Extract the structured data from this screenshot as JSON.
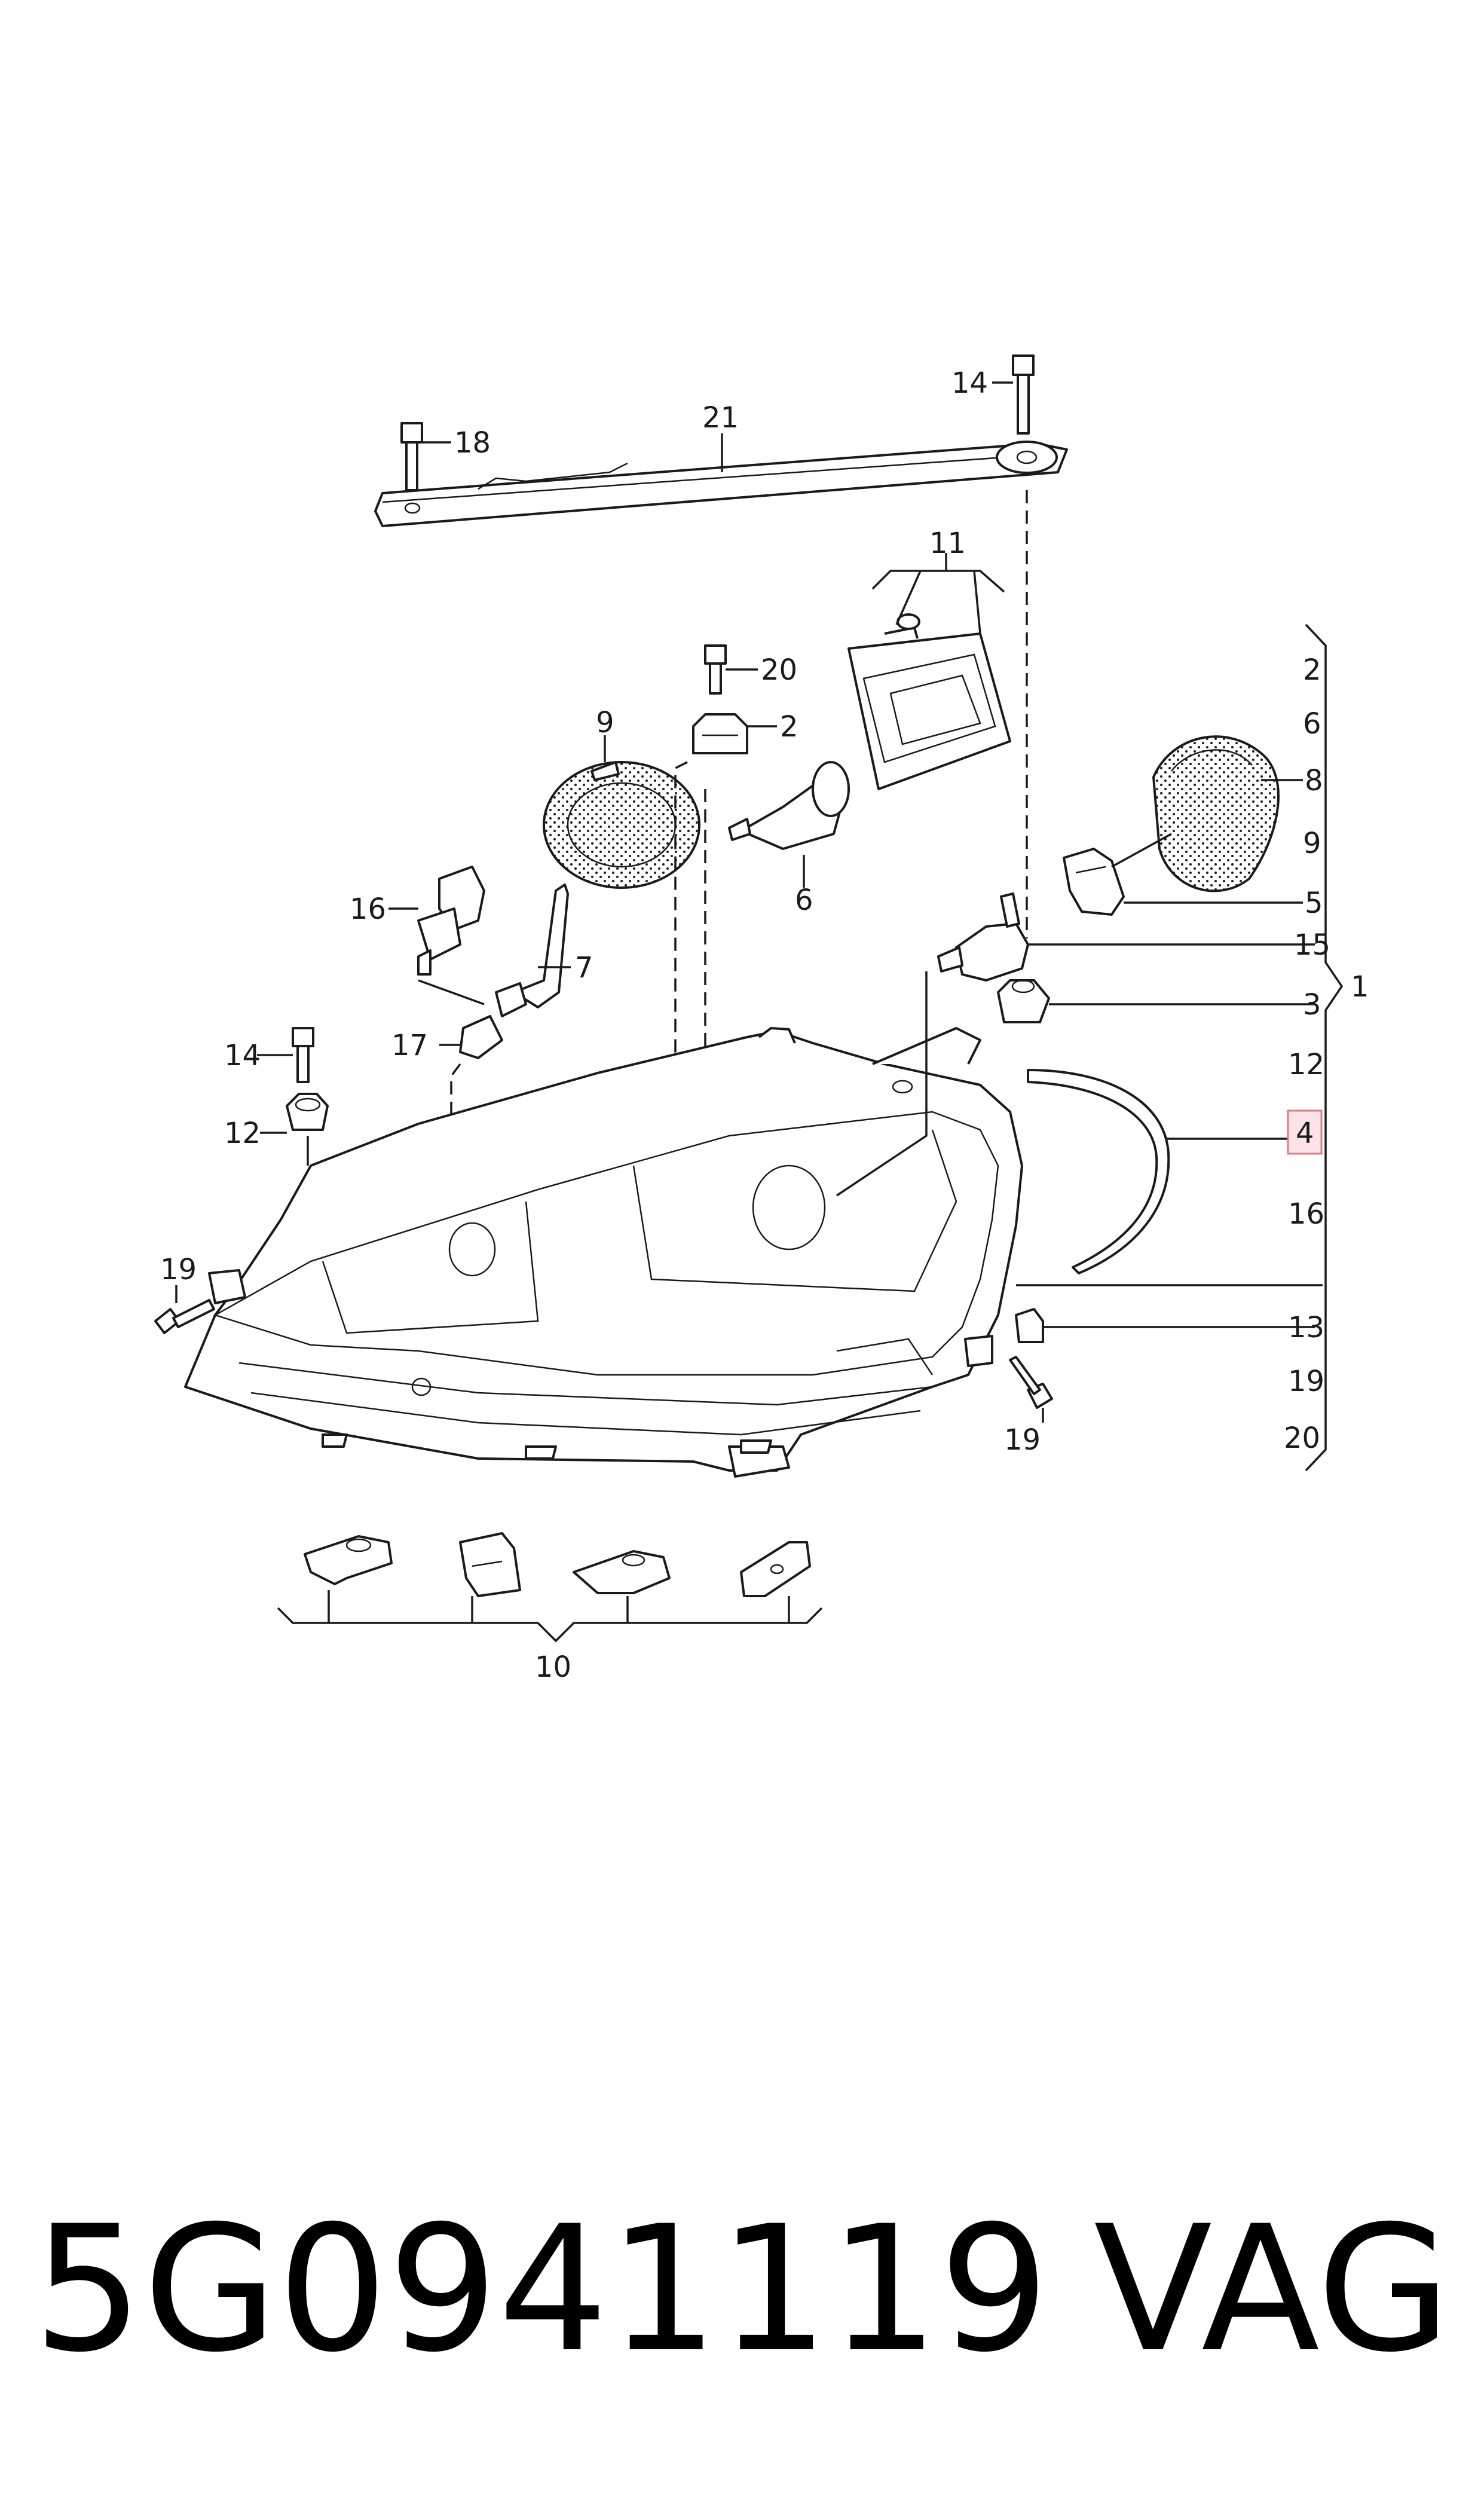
{
  "part_number": "5G0941119",
  "brand": "VAG",
  "highlighted_item": "4",
  "callouts": {
    "c21": "21",
    "c18": "18",
    "c14a": "14",
    "c11": "11",
    "c20": "20",
    "c2": "2",
    "c9": "9",
    "c6": "6",
    "c16": "16",
    "c7": "7",
    "c17": "17",
    "c14b": "14",
    "c12": "12",
    "c19a": "19",
    "c19b": "19",
    "c10": "10",
    "c3": "3",
    "c15": "15",
    "c5": "5",
    "c8": "8",
    "c13": "13"
  },
  "bracket_list": {
    "items": [
      "2",
      "6",
      "8",
      "9",
      "5",
      "15",
      "3",
      "12",
      "4",
      "16",
      "13",
      "19",
      "20"
    ],
    "group_label": "1"
  }
}
